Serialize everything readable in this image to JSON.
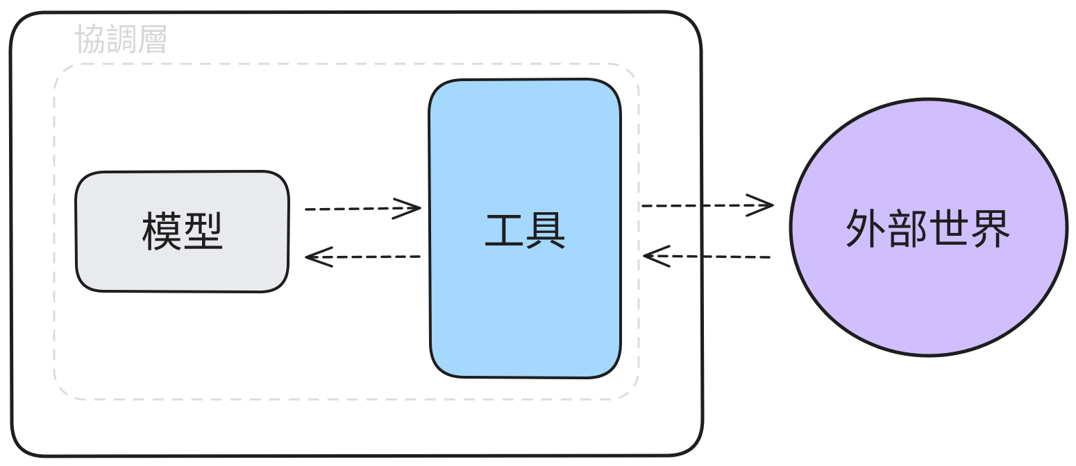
{
  "layer": {
    "label": "協調層"
  },
  "nodes": {
    "model": {
      "label": "模型",
      "fill": "#e8eaed"
    },
    "tool": {
      "label": "工具",
      "fill": "#a5d8ff"
    },
    "world": {
      "label": "外部世界",
      "fill": "#d0bfff"
    }
  },
  "colors": {
    "stroke": "#1e1e1e",
    "dashed_group": "#dcdcdc",
    "background": "#ffffff"
  },
  "edges": [
    {
      "from": "model",
      "to": "tool",
      "style": "dashed"
    },
    {
      "from": "tool",
      "to": "model",
      "style": "dashed"
    },
    {
      "from": "tool",
      "to": "world",
      "style": "dashed"
    },
    {
      "from": "world",
      "to": "tool",
      "style": "dashed"
    }
  ]
}
